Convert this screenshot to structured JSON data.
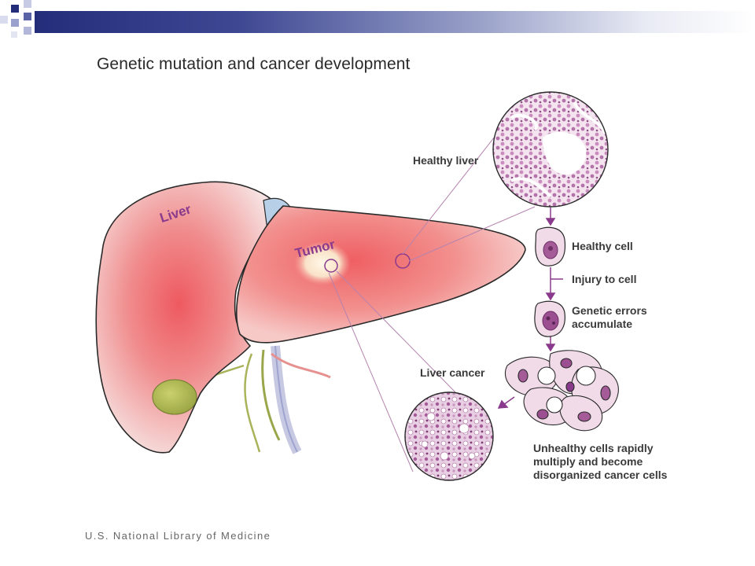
{
  "title": "Genetic mutation and cancer development",
  "credit": "U.S. National Library of Medicine",
  "organ_labels": {
    "liver": "Liver",
    "tumor": "Tumor"
  },
  "callouts": {
    "healthy_liver": "Healthy liver",
    "healthy_cell": "Healthy cell",
    "injury": "Injury to cell",
    "genetic_errors": "Genetic errors\naccumulate",
    "liver_cancer": "Liver cancer",
    "unhealthy_cells": "Unhealthy cells rapidly\nmultiply and become\ndisorganized cancer cells"
  },
  "colors": {
    "header_dark": "#232d7a",
    "accent_purple": "#8a3a8c",
    "liver_red": "#e8575b",
    "gallbladder": "#b9c15a",
    "tissue_pink": "#d6a7cc"
  }
}
